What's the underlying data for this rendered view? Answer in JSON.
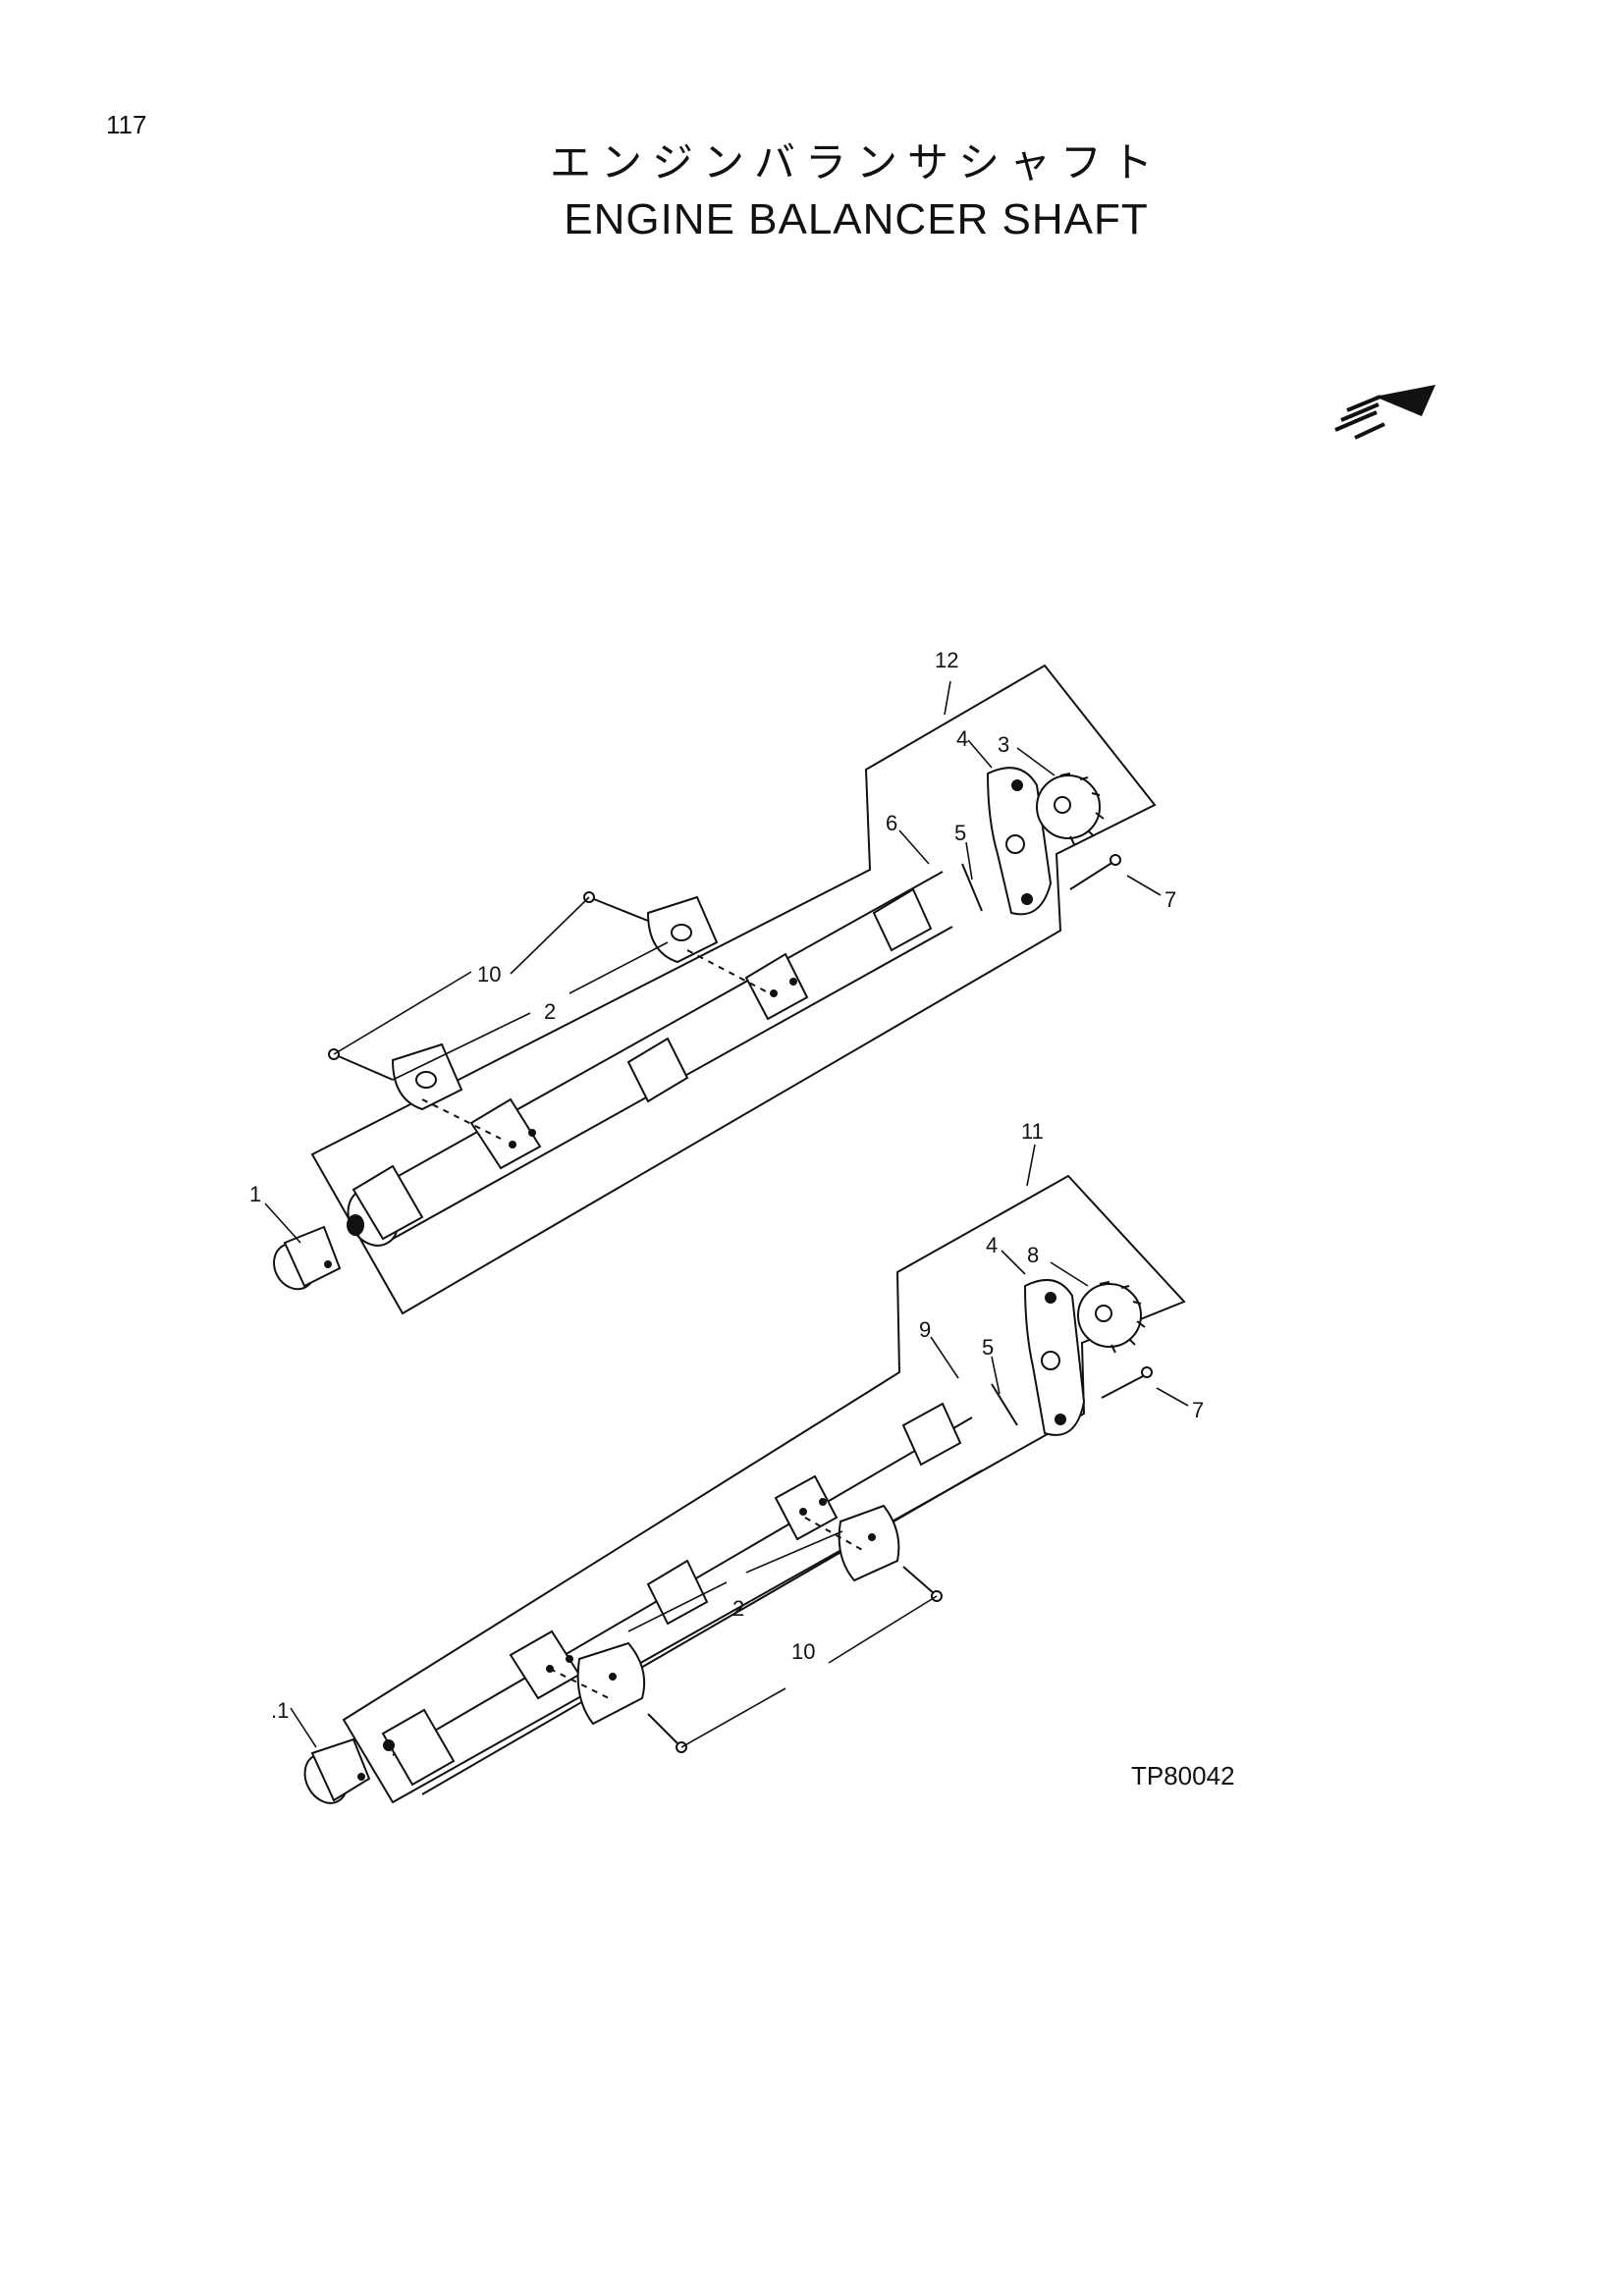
{
  "page_number": "117",
  "title_jp": "エンジンバランサシャフト",
  "title_en": "ENGINE BALANCER SHAFT",
  "drawing_code": "TP80042",
  "upper_assembly": {
    "callouts": {
      "c12": "12",
      "c4": "4",
      "c3": "3",
      "c6": "6",
      "c5": "5",
      "c7": "7",
      "c10": "10",
      "c2": "2",
      "c1": "1"
    }
  },
  "lower_assembly": {
    "callouts": {
      "c11": "11",
      "c4": "4",
      "c8": "8",
      "c9": "9",
      "c5": "5",
      "c7": "7",
      "c2": "2",
      "c10": "10",
      "c1": ".1"
    }
  },
  "icons": {
    "direction": "front-direction-arrow-icon"
  }
}
